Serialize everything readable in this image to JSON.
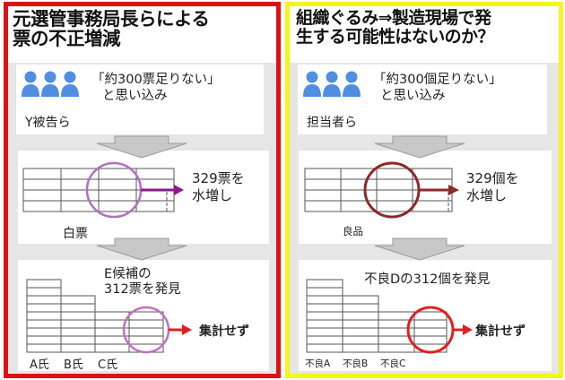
{
  "colors": {
    "left_frame": "#e01010",
    "right_frame": "#f5f51a",
    "person_blue": "#4f8ee0",
    "gray_bg": "#e6e6e6",
    "arrow_purple": "#8a1a8a",
    "circle_purple": "#b070c0",
    "arrow_red": "#e02020",
    "circle_maroon": "#8b2a2a"
  },
  "left": {
    "title_line1": "元選管事務局長らによる",
    "title_line2": "票の不正増減",
    "quote_line1": "「約300票足りない」",
    "quote_line2": "と思い込み",
    "actor": "Y被告ら",
    "add_line1": "329票を",
    "add_line2": "水増し",
    "stack_label": "白票",
    "found_line1": "E候補の",
    "found_line2": "312票を発見",
    "result": "集計せず",
    "cand_a": "A氏",
    "cand_b": "B氏",
    "cand_c": "C氏"
  },
  "right": {
    "title_line1": "組織ぐるみ⇒製造現場で発",
    "title_line2": "生する可能性はないのか？",
    "quote_line1": "「約300個足りない」",
    "quote_line2": "と思い込み",
    "actor": "担当者ら",
    "add_line1": "329個を",
    "add_line2": "水増し",
    "stack_label": "良品",
    "found": "不良Dの312個を発見",
    "result": "集計せず",
    "cand_a": "不良A",
    "cand_b": "不良B",
    "cand_c": "不良C"
  }
}
